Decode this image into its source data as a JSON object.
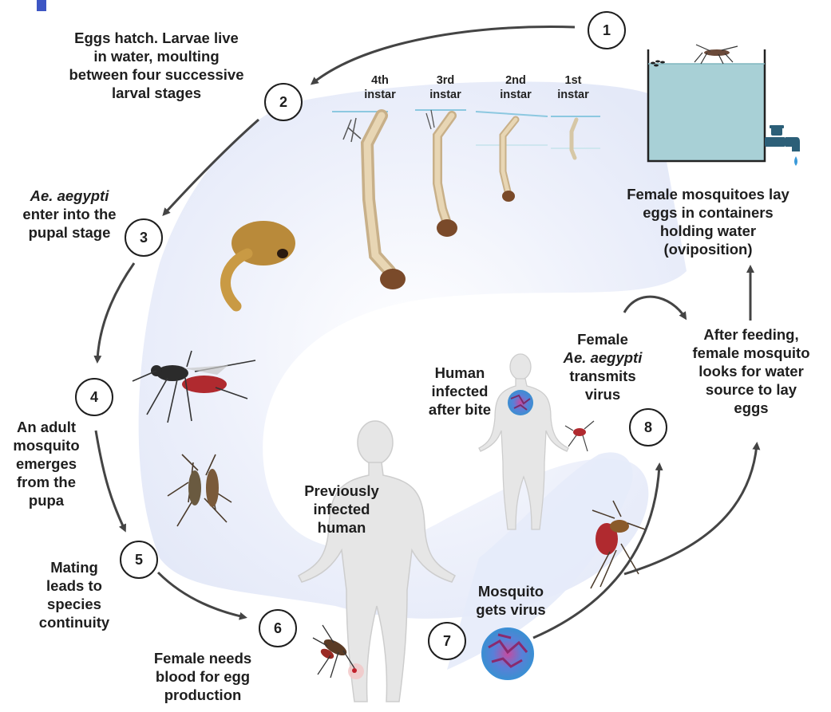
{
  "steps": [
    {
      "num": "1",
      "lines": [
        "Female mosquitoes lay",
        "eggs in containers",
        "holding water",
        "(oviposition)"
      ]
    },
    {
      "num": "2",
      "lines": [
        "Eggs hatch. Larvae live",
        "in water, moulting",
        "between four successive",
        "larval stages"
      ]
    },
    {
      "num": "3",
      "species": "Ae. aegypti",
      "lines": [
        "enter into the",
        "pupal stage"
      ]
    },
    {
      "num": "4",
      "lines": [
        "An adult",
        "mosquito",
        "emerges",
        "from the",
        "pupa"
      ]
    },
    {
      "num": "5",
      "lines": [
        "Mating",
        "leads to",
        "species",
        "continuity"
      ]
    },
    {
      "num": "6",
      "lines": [
        "Female needs",
        "blood for egg",
        "production"
      ]
    },
    {
      "num": "7",
      "lines": [
        "Mosquito",
        "gets virus"
      ]
    },
    {
      "num": "8",
      "line1": "Female",
      "species": "Ae. aegypti",
      "line3": "transmits",
      "line4": "virus"
    }
  ],
  "after_feeding": [
    "After feeding,",
    "female mosquito",
    "looks for water",
    "source to lay",
    "eggs"
  ],
  "human_infected": [
    "Human",
    "infected",
    "after bite"
  ],
  "previously_infected": [
    "Previously",
    "infected",
    "human"
  ],
  "instars": [
    {
      "top": "4th",
      "bottom": "instar"
    },
    {
      "top": "3rd",
      "bottom": "instar"
    },
    {
      "top": "2nd",
      "bottom": "instar"
    },
    {
      "top": "1st",
      "bottom": "instar"
    }
  ],
  "colors": {
    "accent_bar": "#3d56c4",
    "cycle_band": "#e9edfa",
    "arrow": "#444444",
    "water": "#a8d0d6",
    "blood": "#c0202a",
    "virus": "#4a8fd0"
  }
}
